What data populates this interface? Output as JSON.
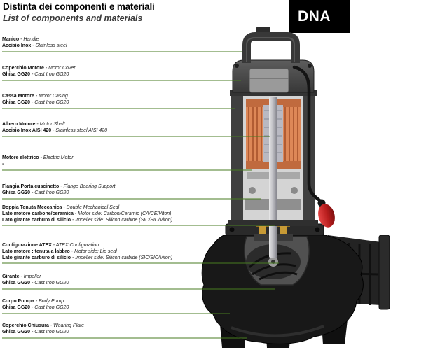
{
  "header": {
    "title": "Distinta dei componenti e materiali",
    "subtitle": "List of components and materials",
    "model_badge": "DNA"
  },
  "colors": {
    "accent_green": "#477b21",
    "badge_bg": "#000000",
    "badge_text": "#ffffff",
    "winding_orange": "#dd8757",
    "float_red": "#c1272d",
    "body_dark": "#181818"
  },
  "components": [
    {
      "rows": [
        {
          "it": "Manico",
          "en": "- Handle"
        },
        {
          "it": "Acciaio Inox",
          "en": "- Stainless steel"
        }
      ]
    },
    {
      "rows": [
        {
          "it": "Coperchio Motore",
          "en": "- Motor Cover"
        },
        {
          "it": "Ghisa GG20",
          "en": "- Cast Iron GG20"
        }
      ]
    },
    {
      "rows": [
        {
          "it": "Cassa Motore",
          "en": "- Motor Casing"
        },
        {
          "it": "Ghisa GG20",
          "en": "- Cast Iron GG20"
        }
      ]
    },
    {
      "rows": [
        {
          "it": "Albero Motore",
          "en": "- Motor Shaft"
        },
        {
          "it": "Acciaio Inox AISI 420",
          "en": "- Stainless steel AISI 420"
        }
      ]
    },
    {
      "rows": [
        {
          "it": "Motore elettrico",
          "en": "- Electric Motor"
        },
        {
          "it": "-",
          "en": ""
        }
      ]
    },
    {
      "rows": [
        {
          "it": "Flangia Porta cuscinetto",
          "en": "- Flange Bearing Support"
        },
        {
          "it": "Ghisa GG20",
          "en": "- Cast Iron GG20"
        }
      ]
    },
    {
      "rows": [
        {
          "it": "Doppia Tenuta Meccanica",
          "en": "- Double Mechanical Seal"
        },
        {
          "it": "Lato motore carbone/ceramica",
          "en": "- Motor side: Carbon/Ceramic (CA/CE/Viton)"
        },
        {
          "it": "Lato girante carburo di silicio",
          "en": "- Impeller side: Silicon carbide (SIC/SIC/Viton)"
        }
      ]
    },
    {
      "rows": [
        {
          "it": "Configurazione ATEX",
          "en": "- ATEX Configuration"
        },
        {
          "it": "Lato motore : tenuta a labbro",
          "en": "- Motor side: Lip seal"
        },
        {
          "it": "Lato girante carburo di silicio",
          "en": "- Impeller side: Silicon carbide (SIC/SIC/Viton)"
        }
      ]
    },
    {
      "rows": [
        {
          "it": "Girante",
          "en": "- Impeller"
        },
        {
          "it": "Ghisa GG20",
          "en": "- Cast Iron GG20"
        }
      ]
    },
    {
      "rows": [
        {
          "it": "Corpo Pompa",
          "en": "- Body Pump"
        },
        {
          "it": "Ghisa GG20",
          "en": "- Cast Iron GG20"
        }
      ]
    },
    {
      "rows": [
        {
          "it": "Coperchio Chiusura",
          "en": "- Wearing Plate"
        },
        {
          "it": "Ghisa GG20",
          "en": "- Cast Iron GG20"
        }
      ]
    }
  ]
}
